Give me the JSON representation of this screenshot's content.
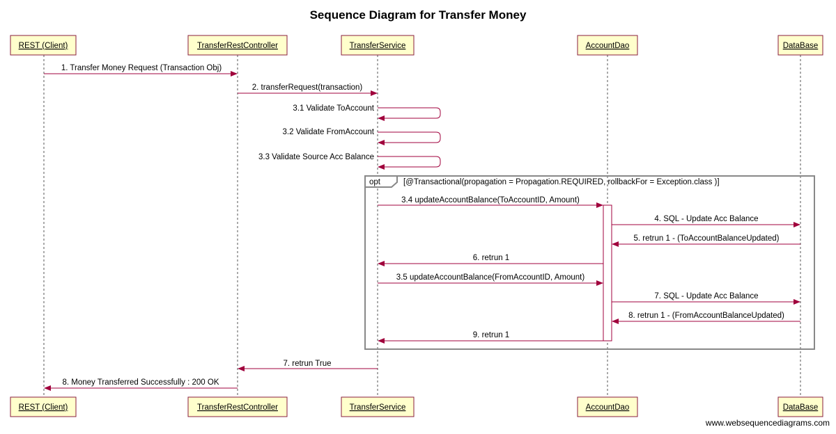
{
  "title": "Sequence Diagram for Transfer Money",
  "participants": [
    {
      "id": "client",
      "label": "REST (Client)"
    },
    {
      "id": "controller",
      "label": "TransferRestController"
    },
    {
      "id": "service",
      "label": "TransferService"
    },
    {
      "id": "dao",
      "label": "AccountDao"
    },
    {
      "id": "db",
      "label": "DataBase"
    }
  ],
  "messages": [
    {
      "label": "1. Transfer Money Request (Transaction Obj)",
      "from": "client",
      "to": "controller"
    },
    {
      "label": "2. transferRequest(transaction)",
      "from": "controller",
      "to": "service"
    },
    {
      "label": "3.1 Validate ToAccount",
      "from": "service",
      "to": "service",
      "self": true
    },
    {
      "label": "3.2 Validate FromAccount",
      "from": "service",
      "to": "service",
      "self": true
    },
    {
      "label": "3.3 Validate Source Acc Balance",
      "from": "service",
      "to": "service",
      "self": true
    },
    {
      "label": "3.4 updateAccountBalance(ToAccountID, Amount)",
      "from": "service",
      "to": "dao"
    },
    {
      "label": "4. SQL - Update Acc Balance",
      "from": "dao",
      "to": "db"
    },
    {
      "label": "5. retrun 1 - (ToAccountBalanceUpdated)",
      "from": "db",
      "to": "dao"
    },
    {
      "label": "6. retrun 1",
      "from": "dao",
      "to": "service"
    },
    {
      "label": "3.5 updateAccountBalance(FromAccountID, Amount)",
      "from": "service",
      "to": "dao"
    },
    {
      "label": "7. SQL - Update Acc Balance",
      "from": "dao",
      "to": "db"
    },
    {
      "label": "8. retrun 1 - (FromAccountBalanceUpdated)",
      "from": "db",
      "to": "dao"
    },
    {
      "label": "9. retrun 1",
      "from": "dao",
      "to": "service"
    },
    {
      "label": "7. retrun True",
      "from": "service",
      "to": "controller"
    },
    {
      "label": "8. Money Transferred Successfully : 200 OK",
      "from": "controller",
      "to": "client"
    }
  ],
  "opt_frame": {
    "tag": "opt",
    "condition": "[@Transactional(propagation = Propagation.REQUIRED, rollbackFor = Exception.class  )]"
  },
  "footer": "www.websequencediagrams.com",
  "colors": {
    "message": "#a0003c",
    "actor_fill": "#ffffcc",
    "actor_border": "#8a1e3c",
    "frame": "#888888"
  }
}
